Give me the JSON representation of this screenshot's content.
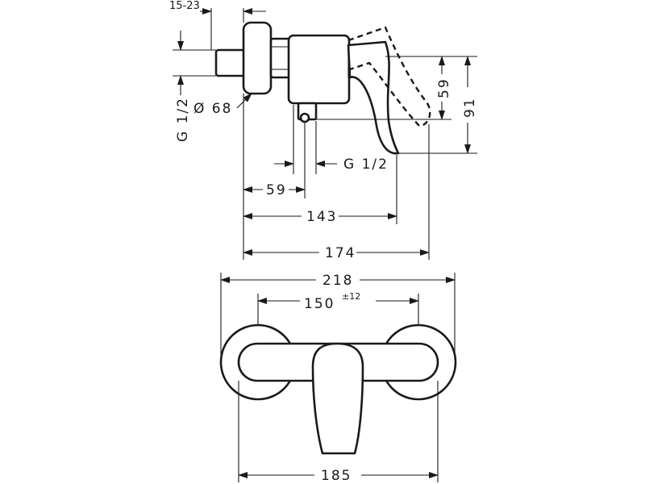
{
  "side_view": {
    "dim_15_23": "15-23",
    "dim_g_half_left": "G 1/2",
    "dim_diameter": "Ø 68",
    "dim_59_vertical": "59",
    "dim_91_vertical": "91",
    "dim_g_half_bottom": "G 1/2",
    "dim_59_horizontal": "59",
    "dim_143": "143",
    "dim_174": "174"
  },
  "front_view": {
    "dim_218": "218",
    "dim_150": "150",
    "dim_150_tolerance": "±12",
    "dim_185": "185"
  }
}
